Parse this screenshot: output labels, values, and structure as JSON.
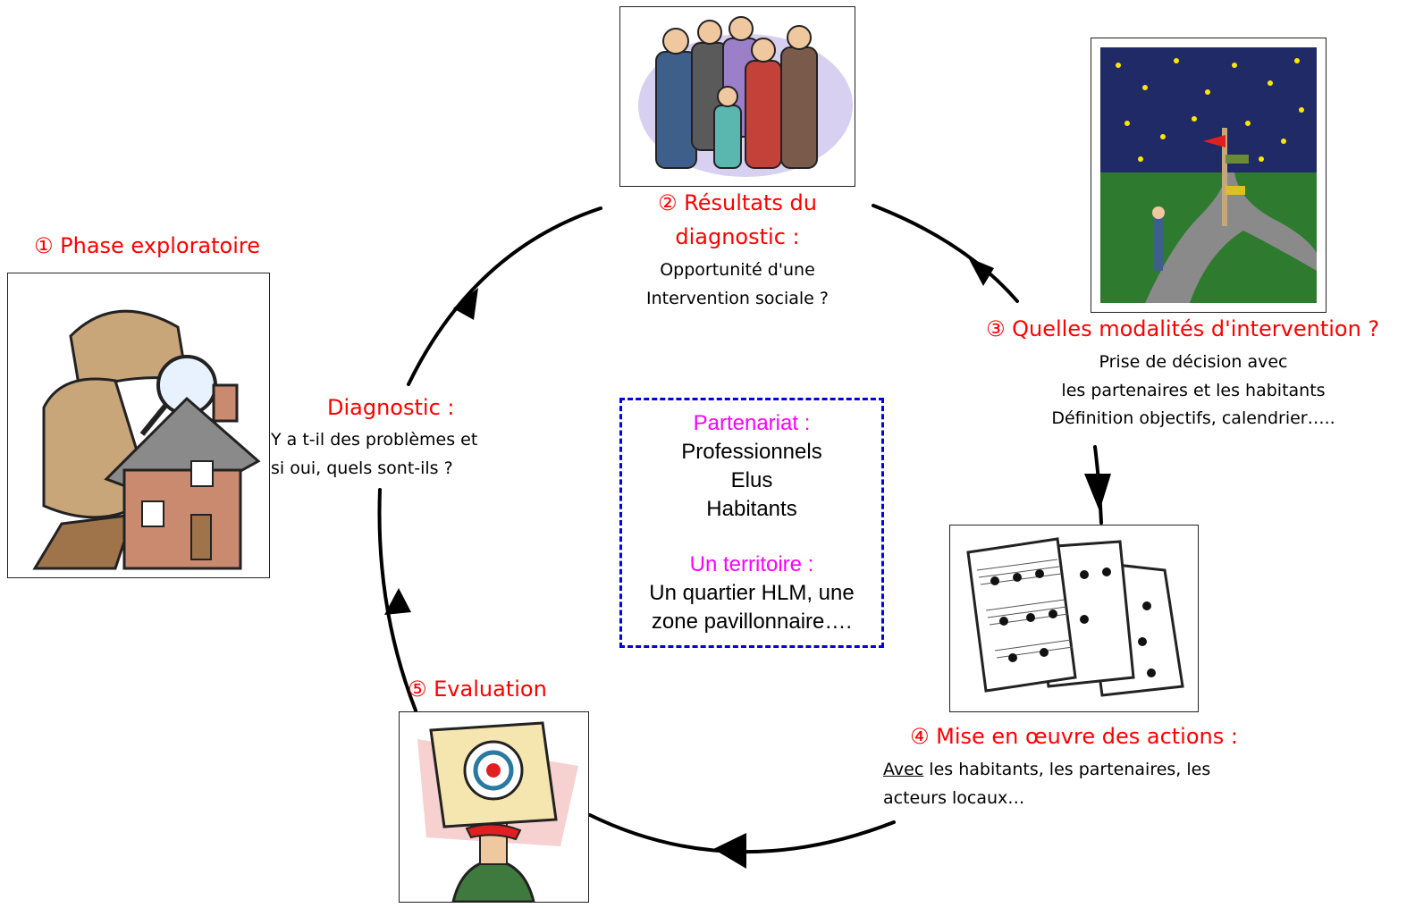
{
  "colors": {
    "title": "#ff0000",
    "box_heading": "#ff00ff",
    "box_border": "#0000e0",
    "arrow": "#000000"
  },
  "step1": {
    "title": "① Phase exploratoire",
    "image": "detective-house-icon"
  },
  "diagnostic": {
    "title": "Diagnostic :",
    "line1": "Y a t-il des problèmes et",
    "line2": "si oui, quels sont-ils ?"
  },
  "step2": {
    "title_line1": "② Résultats du",
    "title_line2": "diagnostic :",
    "line1": "Opportunité d'une",
    "line2": "Intervention sociale ?",
    "image": "group-of-people-icon"
  },
  "step3": {
    "title": "③ Quelles modalités d'intervention ?",
    "line1": "Prise de décision avec",
    "line2": "les partenaires et les habitants",
    "line3": "Définition objectifs, calendrier…..",
    "image": "crossroads-signpost-icon"
  },
  "step4": {
    "title": "④ Mise en œuvre des actions :",
    "line1_underlined": "Avec",
    "line1_rest": " les habitants, les partenaires, les",
    "line2": "acteurs locaux…",
    "image": "sheet-music-icon"
  },
  "step5": {
    "title": "⑤ Evaluation",
    "image": "target-face-icon"
  },
  "center_box": {
    "heading1": "Partenariat :",
    "items": [
      "Professionnels",
      "Elus",
      "Habitants"
    ],
    "heading2": "Un territoire :",
    "line1": "Un quartier HLM, une",
    "line2": "zone  pavillonnaire…."
  }
}
